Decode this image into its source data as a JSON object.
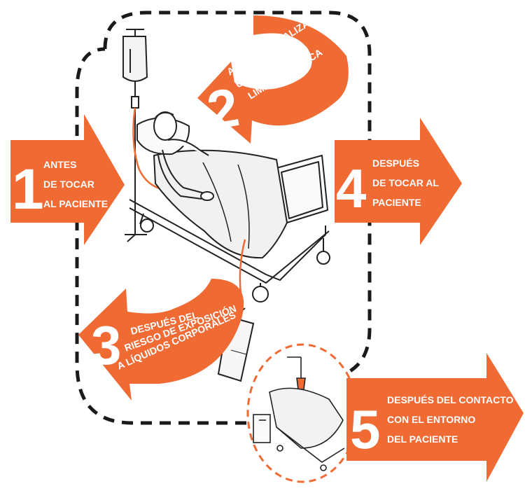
{
  "colors": {
    "arrow": "#f06a34",
    "text_on_arrow": "#ffffff",
    "outline": "#1a1a1a",
    "dashed_circle": "#f06a34"
  },
  "moments": [
    {
      "number": "1",
      "lines": [
        "ANTES",
        "DE TOCAR",
        "AL PACIENTE"
      ]
    },
    {
      "number": "2",
      "lines": [
        "ANTES DE REALIZAR",
        "UNA TAREA",
        "LIMPIA/ASÉPTICA"
      ]
    },
    {
      "number": "3",
      "lines": [
        "DESPUÉS DEL",
        "RIESGO DE EXPOSICIÓN",
        "A LÍQUIDOS CORPORALES"
      ]
    },
    {
      "number": "4",
      "lines": [
        "DESPUÉS",
        "DE TOCAR AL",
        "PACIENTE"
      ]
    },
    {
      "number": "5",
      "lines": [
        "DESPUÉS DEL CONTACTO",
        "CON EL ENTORNO",
        "DEL PACIENTE"
      ]
    }
  ],
  "illustration": {
    "main": "hospital-bed-with-patient",
    "inset": "empty-bed-patient-surroundings"
  }
}
